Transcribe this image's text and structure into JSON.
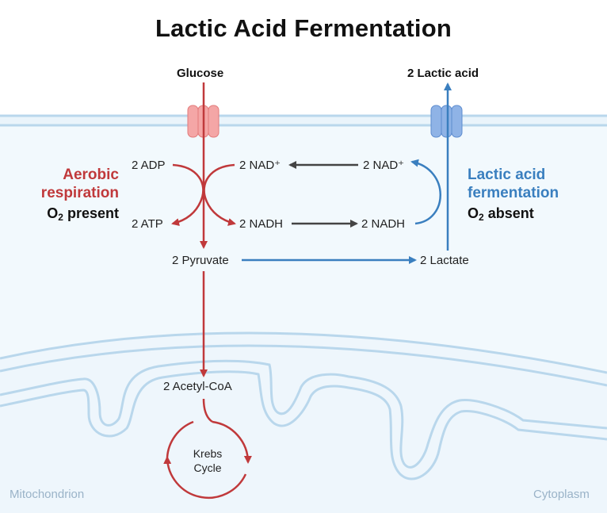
{
  "title": "Lactic Acid Fermentation",
  "inputs": {
    "glucose": "Glucose",
    "lactic_acid": "2 Lactic acid"
  },
  "aerobic": {
    "line1": "Aerobic",
    "line2": "respiration",
    "o2_prefix": "O",
    "o2_sub": "2",
    "o2_suffix": " present"
  },
  "fermentation": {
    "line1": "Lactic acid",
    "line2": "fermentation",
    "o2_prefix": "O",
    "o2_sub": "2",
    "o2_suffix": " absent"
  },
  "molecules": {
    "adp": "2 ADP",
    "atp": "2 ATP",
    "nad_left": "2 NAD⁺",
    "nadh_left": "2 NADH",
    "nad_right": "2 NAD⁺",
    "nadh_right": "2 NADH",
    "pyruvate": "2 Pyruvate",
    "lactate": "2 Lactate",
    "acetyl_coa": "2 Acetyl-CoA"
  },
  "krebs": {
    "line1": "Krebs",
    "line2": "Cycle"
  },
  "regions": {
    "mitochondrion": "Mitochondrion",
    "cytoplasm": "Cytoplasm"
  },
  "colors": {
    "aerobic": "#c0393b",
    "fermentation": "#3a7fbf",
    "redox_arrow": "#444444",
    "cytoplasm_fill": "#f2f9fd",
    "membrane": "#b9d7ec",
    "glucose_channel": "#f4a6a6",
    "lactate_channel": "#8fb3e6"
  }
}
